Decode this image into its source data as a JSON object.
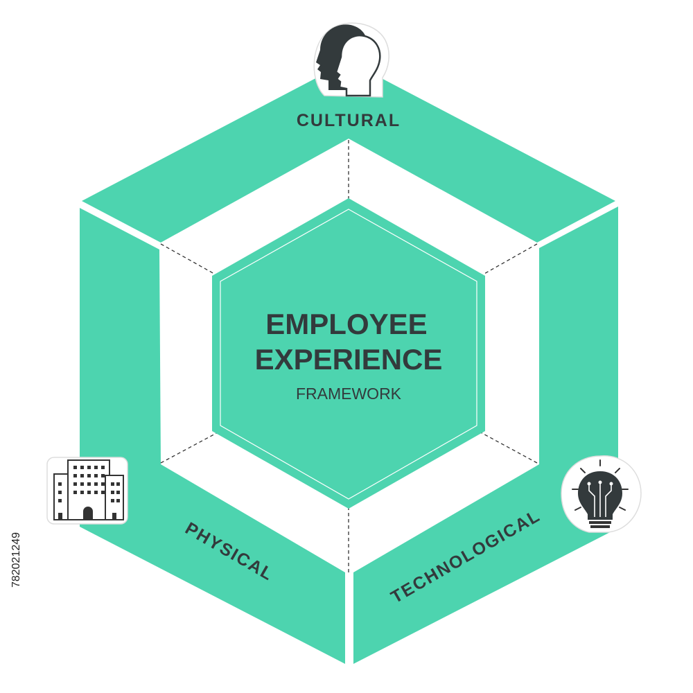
{
  "colors": {
    "teal": "#4DD4AF",
    "dark": "#333A3C"
  },
  "center": {
    "title_line1": "EMPLOYEE",
    "title_line2": "EXPERIENCE",
    "subtitle": "FRAMEWORK"
  },
  "segments": [
    {
      "label": "CULTURAL",
      "icon": "two-heads-icon"
    },
    {
      "label": "PHYSICAL",
      "icon": "office-building-icon"
    },
    {
      "label": "TECHNOLOGICAL",
      "icon": "circuit-lightbulb-icon"
    }
  ],
  "side_id": "782021249"
}
